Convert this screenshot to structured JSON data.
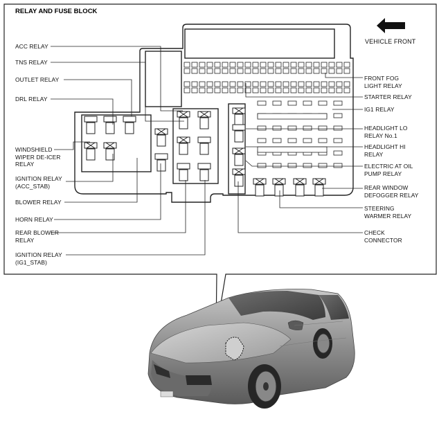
{
  "title": "RELAY AND FUSE BLOCK",
  "vehicle_front": "VEHICLE FRONT",
  "left_labels": {
    "acc_relay": [
      "ACC RELAY"
    ],
    "tns_relay": [
      "TNS RELAY"
    ],
    "outlet_relay": [
      "OUTLET RELAY"
    ],
    "drl_relay": [
      "DRL RELAY"
    ],
    "windshield_relay": [
      "WINDSHIELD",
      "WIPER DE-ICER",
      "RELAY"
    ],
    "ign_acc_relay": [
      "IGNITION RELAY",
      "(ACC_STAB)"
    ],
    "blower_relay": [
      "BLOWER RELAY"
    ],
    "horn_relay": [
      "HORN RELAY"
    ],
    "rear_blower_relay": [
      "REAR BLOWER",
      "RELAY"
    ],
    "ign_ig1_relay": [
      "IGNITION RELAY",
      "(IG1_STAB)"
    ]
  },
  "right_labels": {
    "front_fog": [
      "FRONT FOG",
      "LIGHT RELAY"
    ],
    "starter": [
      "STARTER RELAY"
    ],
    "ig1": [
      "IG1 RELAY"
    ],
    "headlight_lo": [
      "HEADLIGHT LO",
      "RELAY No.1"
    ],
    "headlight_hi": [
      "HEADLIGHT HI",
      "RELAY"
    ],
    "oil_pump": [
      "ELECTRIC AT OIL",
      "PUMP RELAY"
    ],
    "rear_window": [
      "REAR WINDOW",
      "DEFOGGER RELAY"
    ],
    "steering": [
      "STEERING",
      "WARMER RELAY"
    ],
    "check_connector": [
      "CHECK",
      "CONNECTOR"
    ]
  },
  "colors": {
    "line": "#222222",
    "car_body": "#8a8a8a",
    "car_dark": "#3a3a3a"
  }
}
